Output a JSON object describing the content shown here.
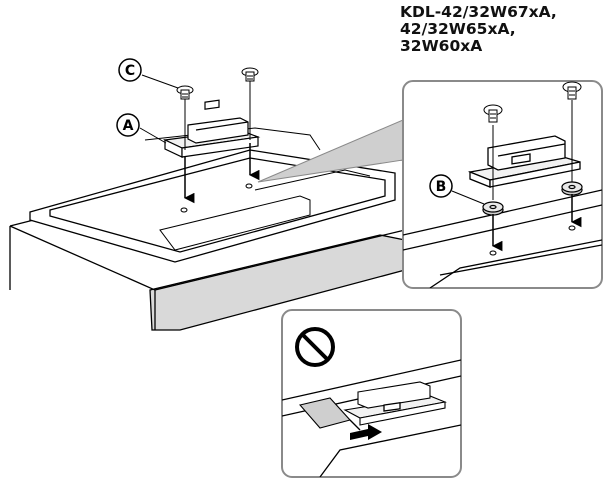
{
  "title_lines": [
    "KDL-42/32W67xA,",
    "42/32W65xA,",
    "32W60xA"
  ],
  "callouts": {
    "a": "A",
    "b": "B",
    "c": "C"
  },
  "icons": {
    "prohibition": "prohibition-icon",
    "screw": "screw-icon",
    "spacer": "spacer-washer-icon",
    "bracket": "mounting-bracket-icon",
    "arrow": "down-arrow-icon"
  },
  "colors": {
    "line": "#000000",
    "panel_border": "#8a8a8a",
    "cover_fill": "#d9d9d9",
    "bracket_fill": "#f2f2f2"
  }
}
